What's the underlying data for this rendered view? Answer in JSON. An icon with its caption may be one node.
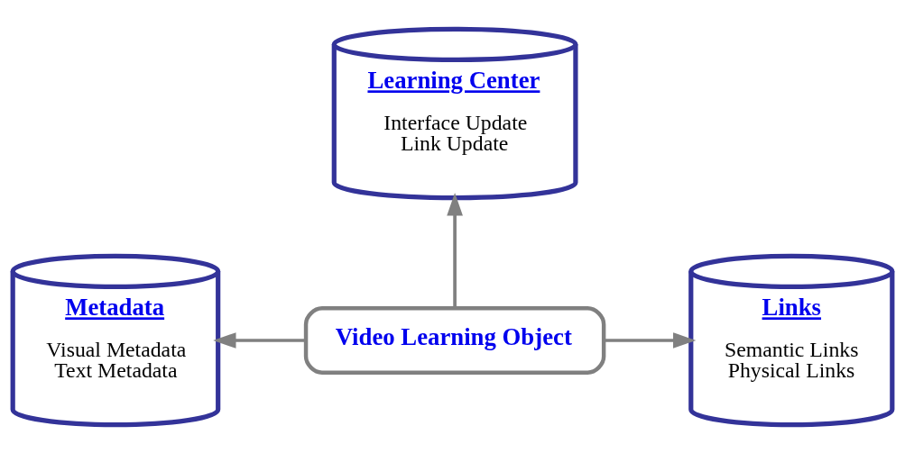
{
  "diagram": {
    "nodes": [
      {
        "text": [
          "Learning Center",
          "Interface Update",
          "Link Update"
        ]
      },
      {
        "text": [
          "Metadata",
          "Visual Metadata",
          "Text Metadata"
        ]
      },
      {
        "text": [
          "Links",
          "Semantic Links",
          "Physical Links"
        ]
      },
      {
        "text": [
          "Video Learning Object"
        ]
      }
    ],
    "edges": [
      {
        "from": 3,
        "to": 0,
        "arrow": "to"
      },
      {
        "from": 3,
        "to": 1,
        "arrow": "to"
      },
      {
        "from": 3,
        "to": 2,
        "arrow": "to"
      }
    ]
  }
}
